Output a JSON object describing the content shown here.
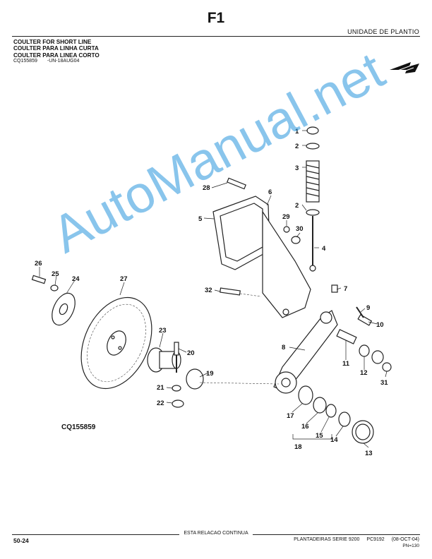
{
  "header": {
    "page_id": "F1",
    "section": "UNIDADE DE PLANTIO",
    "titles": [
      "COULTER FOR SHORT LINE",
      "COULTER PARA LINHA CURTA",
      "COULTER PARA LINEA CORTO"
    ],
    "ref_code": "CQ155859",
    "ref_date": "-UN-18AUG04"
  },
  "diagram": {
    "figure_ref": "CQ155859",
    "watermark": "AutoManual.net",
    "callouts": [
      "1",
      "2",
      "3",
      "2",
      "4",
      "5",
      "6",
      "7",
      "8",
      "9",
      "10",
      "11",
      "12",
      "13",
      "14",
      "15",
      "16",
      "17",
      "18",
      "19",
      "20",
      "21",
      "22",
      "23",
      "24",
      "25",
      "26",
      "27",
      "28",
      "29",
      "30",
      "31",
      "32"
    ]
  },
  "footer": {
    "page_number": "50-24",
    "continues": "ESTA RELACAO CONTINUA",
    "book": "PLANTADEIRAS SERIE 9200",
    "code": "PC9192",
    "date": "(08-OCT-04)",
    "pn": "PN=130"
  }
}
